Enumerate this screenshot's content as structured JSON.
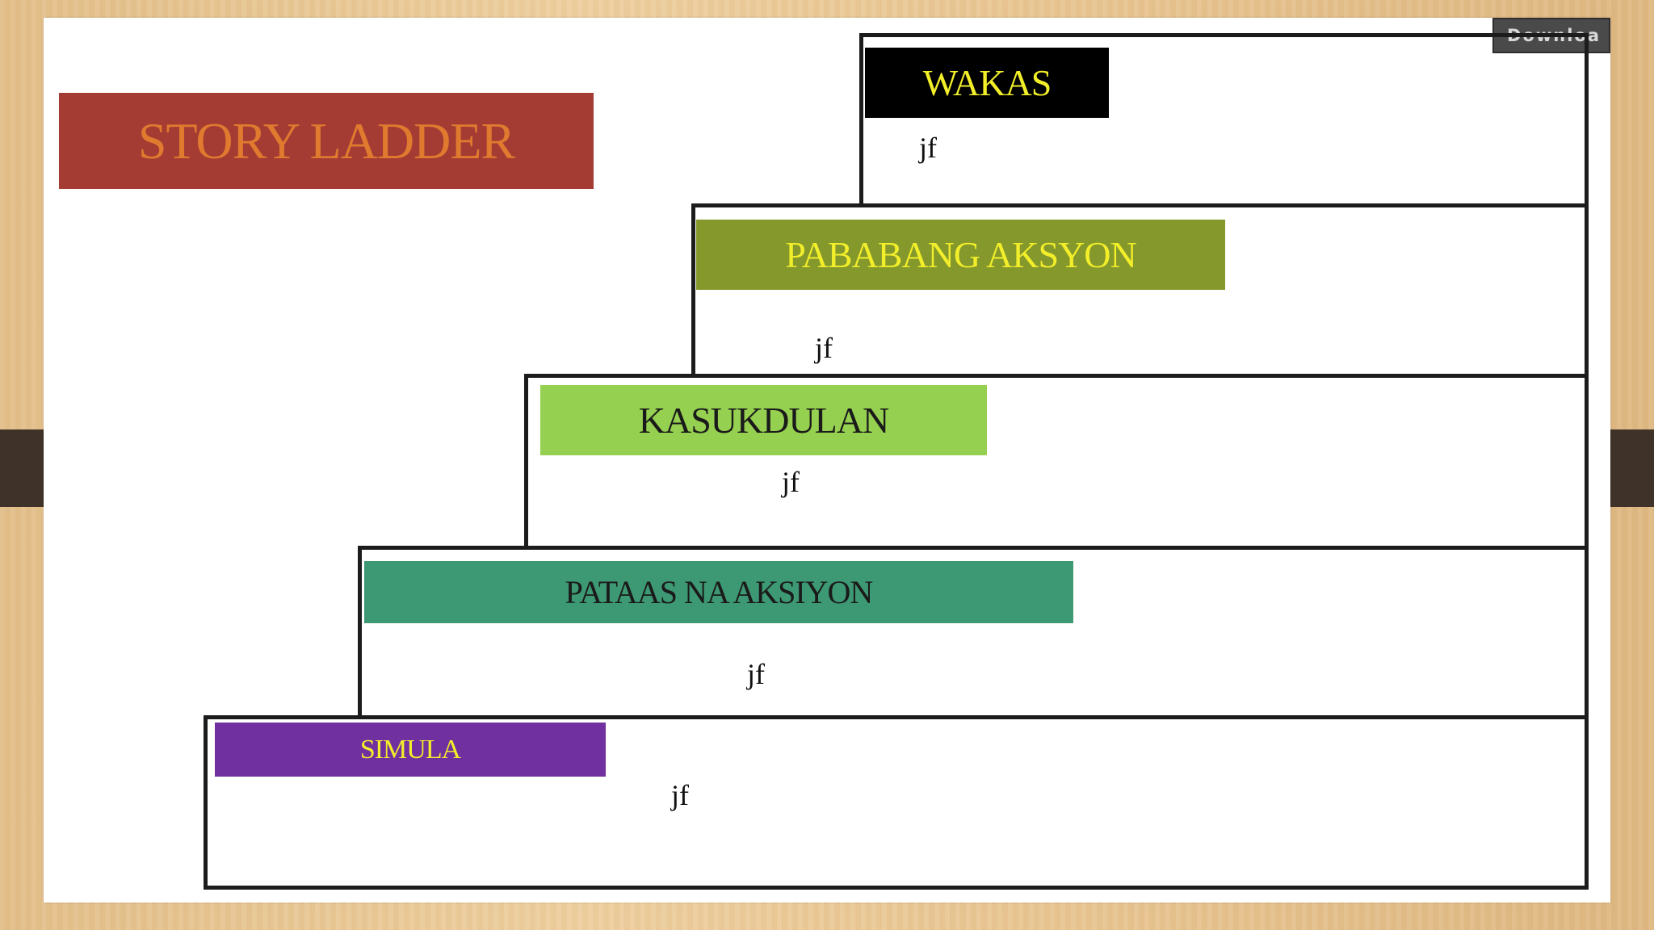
{
  "download_button": {
    "label": "Downloa"
  },
  "title": {
    "text": "STORY LADDER"
  },
  "steps": [
    {
      "label": "WAKAS",
      "body": "jf",
      "label_bg": "#000000",
      "label_color": "#f2ee2a"
    },
    {
      "label": "PABABANG AKSYON",
      "body": "jf",
      "label_bg": "#85982b",
      "label_color": "#f2ee2a"
    },
    {
      "label": "KASUKDULAN",
      "body": "jf",
      "label_bg": "#95d050",
      "label_color": "#1a1a1a"
    },
    {
      "label": "PATAAS NA AKSIYON",
      "body": "jf",
      "label_bg": "#3d9874",
      "label_color": "#1a1a1a"
    },
    {
      "label": "SIMULA",
      "body": "jf",
      "label_bg": "#7030a0",
      "label_color": "#f2ee2a"
    }
  ],
  "colors": {
    "title_banner": "#a43c34",
    "title_text": "#e07a2e",
    "step_border": "#1c1c1c",
    "slide_bg": "#ffffff"
  }
}
